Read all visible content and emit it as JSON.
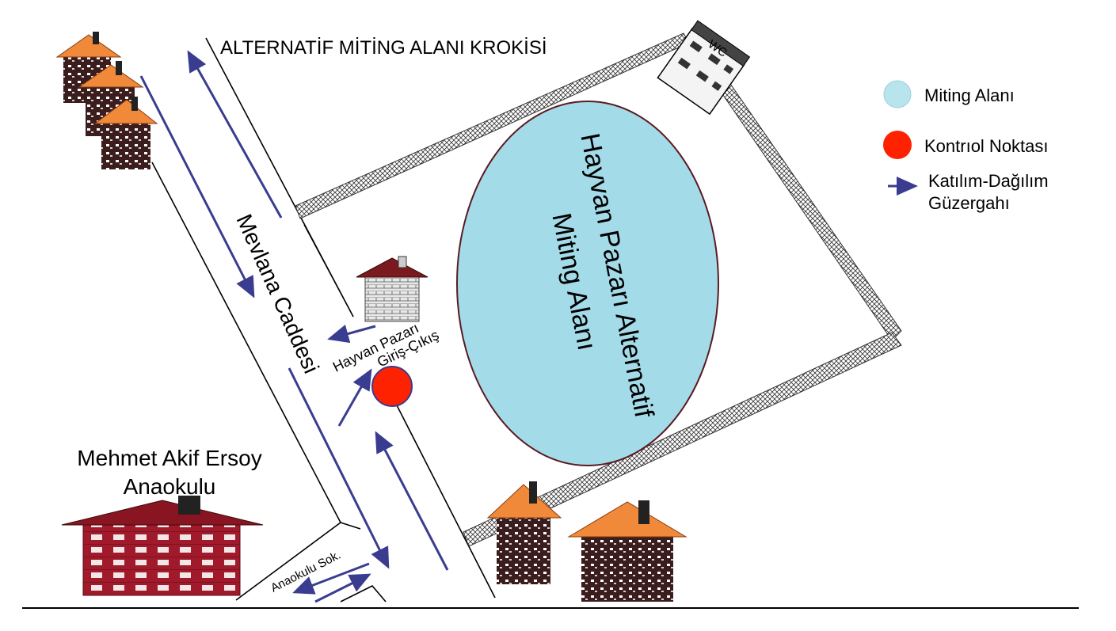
{
  "title": "ALTERNATİF MİTİNG ALANI KROKİSİ",
  "rally_area": {
    "line1": "Hayvan Pazarı Alternatif",
    "line2": "Miting Alanı"
  },
  "street_main": "Mevlana Caddesi",
  "street_side": "Anaokulu Sok.",
  "entrance": {
    "line1": "Hayvan Pazarı",
    "line2": "Giriş-Çıkış"
  },
  "school": {
    "line1": "Mehmet Akif Ersoy",
    "line2": "Anaokulu"
  },
  "wc": "WC",
  "legend": {
    "rally": "Miting Alanı",
    "checkpoint": "Kontrıol Noktası",
    "route_line1": "Katılım-Dağılım",
    "route_line2": "Güzergahı"
  },
  "colors": {
    "rally_fill": "#a4dbe9",
    "checkpoint": "#ff2200",
    "arrow": "#3a3d8f",
    "roof": "#f08a3a",
    "brick_dark": "#3b1d1d",
    "school_wall": "#a11a2b"
  }
}
